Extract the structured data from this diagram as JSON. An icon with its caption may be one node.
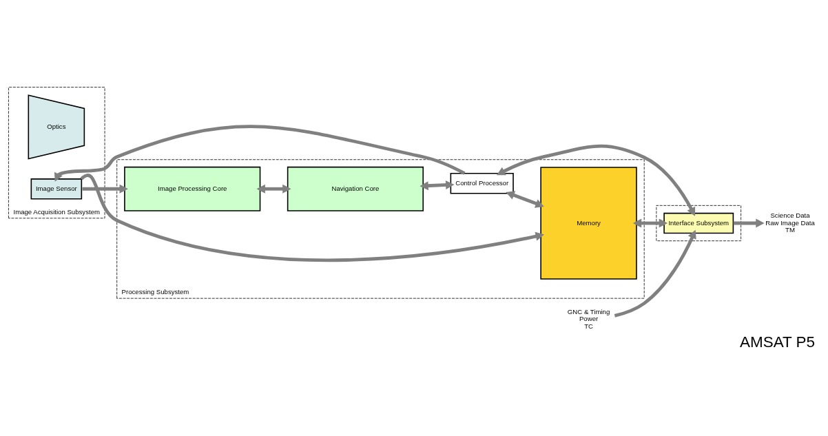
{
  "diagram": {
    "title": "AMSAT P5",
    "nodes": [
      {
        "text": [
          "Image Acquisition Subsystem"
        ]
      },
      {
        "text": [
          "Optics"
        ],
        "in": 0
      },
      {
        "text": [
          "Image Sensor"
        ],
        "in": 0
      },
      {
        "text": [
          "Processing Subsystem"
        ]
      },
      {
        "text": [
          "Image Processing Core"
        ],
        "in": 3
      },
      {
        "text": [
          "Navigation Core"
        ],
        "in": 3
      },
      {
        "text": [
          "Memory"
        ],
        "in": 3
      },
      {
        "text": [
          "Control Processor"
        ],
        "in": 3
      },
      {
        "text": [],
        "shape": "box"
      },
      {
        "text": [
          "Interface Subsystem"
        ],
        "in": 8
      },
      {
        "text": [
          "GNC & Timing",
          "Power",
          "TC"
        ]
      },
      {
        "text": [
          "Science Data",
          "Raw Image Data",
          "TM"
        ]
      }
    ],
    "edges": [
      {
        "from": 2,
        "to": 6,
        "arrow": "to"
      },
      {
        "from": 2,
        "to": 4,
        "arrow": "to"
      },
      {
        "from": 4,
        "to": 5,
        "arrow": "both"
      },
      {
        "from": 5,
        "to": 7,
        "arrow": "both"
      },
      {
        "from": 7,
        "to": 6,
        "arrow": "both"
      },
      {
        "from": 6,
        "to": 9,
        "arrow": "both"
      },
      {
        "from": 7,
        "to": 9,
        "arrow": "both"
      },
      {
        "from": 7,
        "to": 2,
        "arrow": "to"
      },
      {
        "from": 10,
        "to": 9,
        "arrow": "to"
      },
      {
        "from": 9,
        "to": 11,
        "arrow": "to"
      }
    ]
  }
}
